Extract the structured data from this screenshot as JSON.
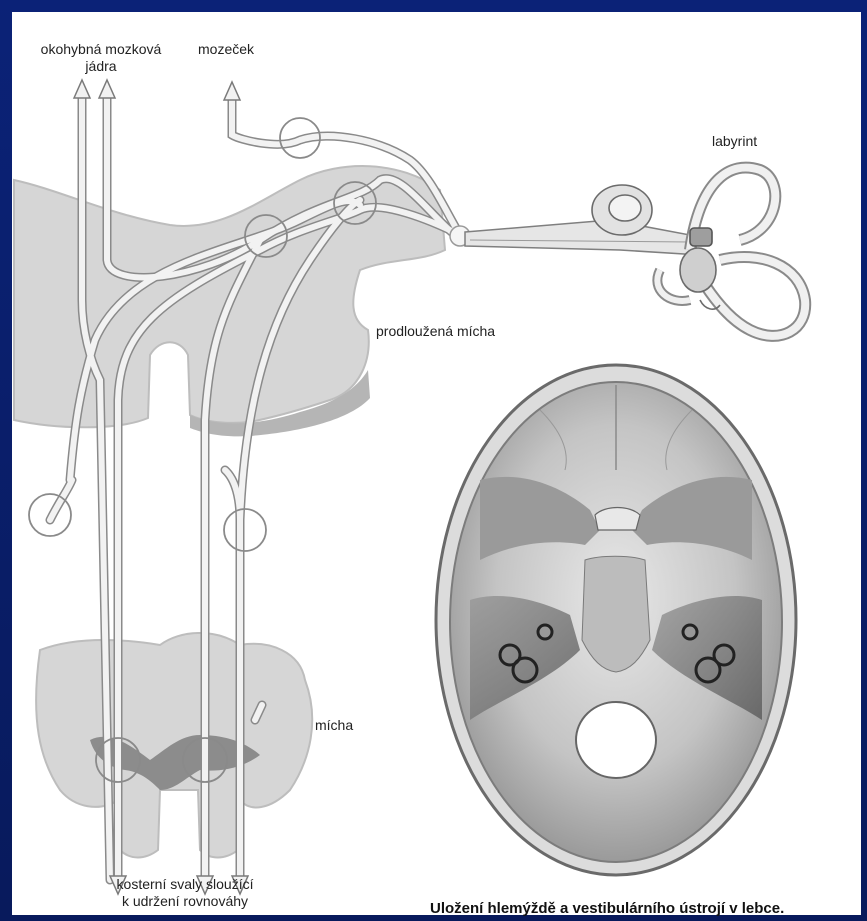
{
  "labels": {
    "eye_nuclei_line1": "okohybná mozková",
    "eye_nuclei_line2": "jádra",
    "cerebellum": "mozeček",
    "labyrinth": "labyrint",
    "medulla": "prodloužená mícha",
    "spinal_cord": "mícha",
    "muscles_line1": "kosterní svaly sloužící",
    "muscles_line2": "k udržení rovnováhy"
  },
  "caption": "Uložení hlemýždě a vestibulárního ústrojí v lebce.",
  "colors": {
    "frame": "#0b2277",
    "tissue": "#d9d9d9",
    "tissue_dark": "#bdbdbd",
    "pathway": "#efefef",
    "pathway_stroke": "#8a8a8a",
    "skull": "#cfcfcf"
  }
}
